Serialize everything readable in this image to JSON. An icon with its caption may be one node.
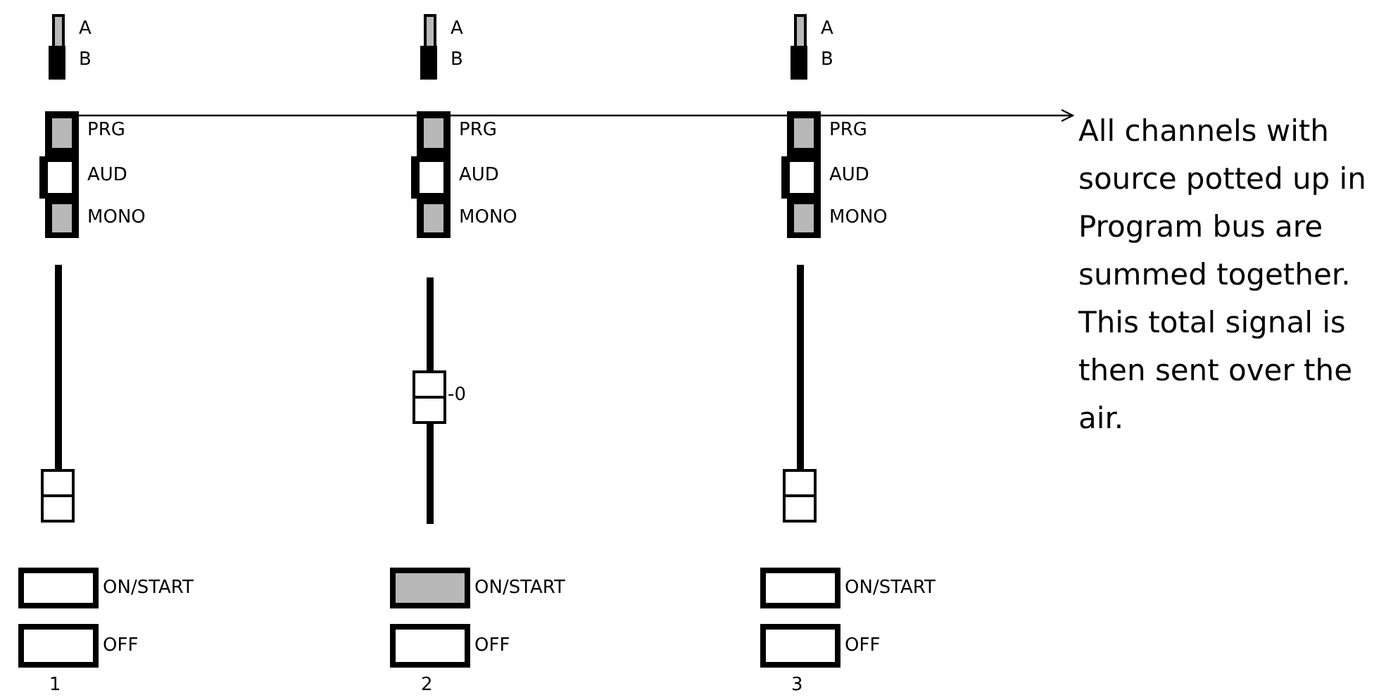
{
  "diagram": {
    "nodes": [
      {
        "text": [],
        "shape": "box"
      },
      {
        "text": [
          "All channels with source potted up in Program bus are summed together. This total signal is then sent over the air."
        ]
      }
    ],
    "edges": [
      {
        "from": 0,
        "to": 1,
        "arrow": "to"
      }
    ],
    "labels": [
      "A",
      "A",
      "A",
      "B",
      "B",
      "B",
      "PRG",
      "PRG",
      "PRG",
      "AUD",
      "AUD",
      "AUD",
      "MONO",
      "MONO",
      "MONO",
      "-0",
      "ON/START",
      "ON/START",
      "ON/START",
      "OFF",
      "OFF",
      "OFF",
      "1",
      "2",
      "3"
    ]
  }
}
